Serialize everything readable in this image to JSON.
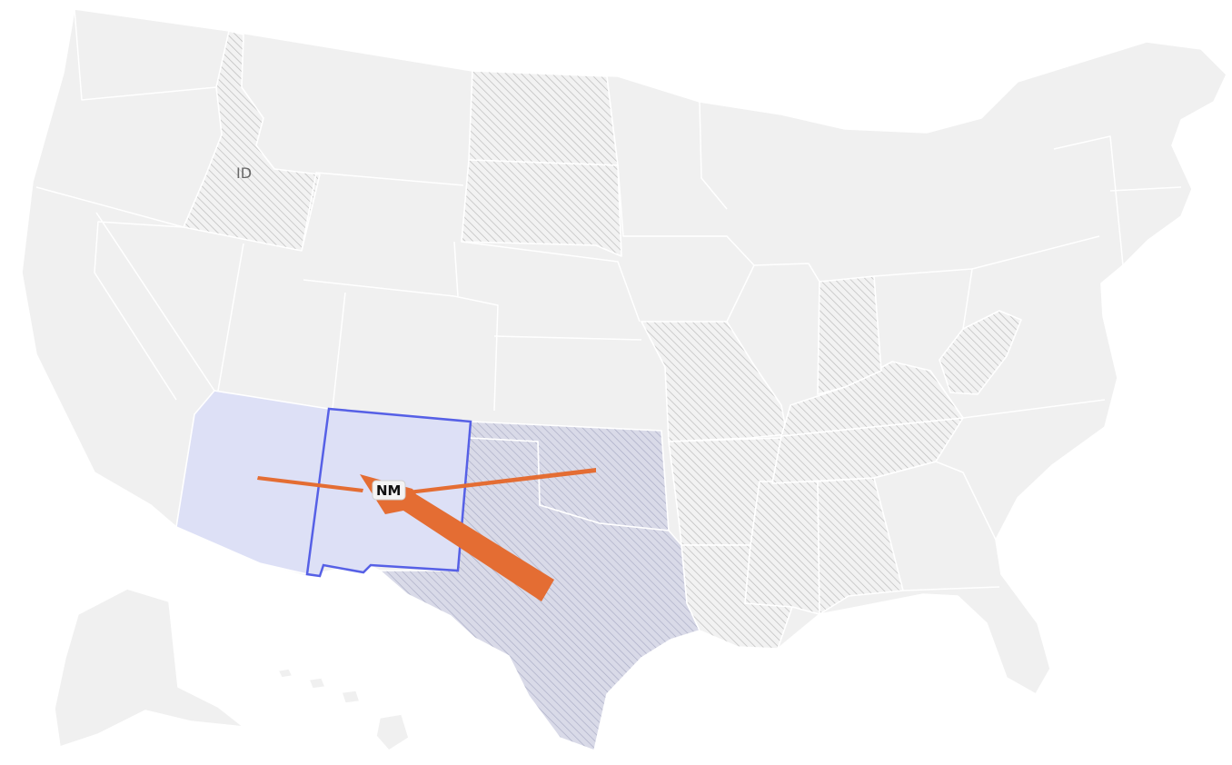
{
  "map": {
    "focus_state": "NM",
    "labels": {
      "idaho": "ID",
      "new_mexico": "NM"
    },
    "colors": {
      "base_fill": "#f0f0f0",
      "border": "#ffffff",
      "hatch_fill": "#f2f2f2",
      "hatch_stroke": "#bcbcbc",
      "neighbor_fill": "#dde0f6",
      "texas_oklahoma_fill": "#d9dae8",
      "texas_oklahoma_hatch": "#a9abc4",
      "focus_outline": "#5660e6",
      "flow_arrow": "#e46d33",
      "label_text": "#666666"
    },
    "hatched_states": [
      "ID",
      "ND",
      "SD",
      "MO",
      "AR",
      "LA",
      "MS",
      "AL",
      "TN",
      "KY",
      "IN",
      "WV"
    ],
    "highlighted_states": [
      "AZ",
      "NM",
      "TX",
      "OK"
    ],
    "flows": [
      {
        "from": "AZ",
        "to": "NM",
        "relative_volume": 1
      },
      {
        "from": "OK",
        "to": "NM",
        "relative_volume": 1
      },
      {
        "from": "TX",
        "to": "NM",
        "relative_volume": 5
      }
    ]
  }
}
